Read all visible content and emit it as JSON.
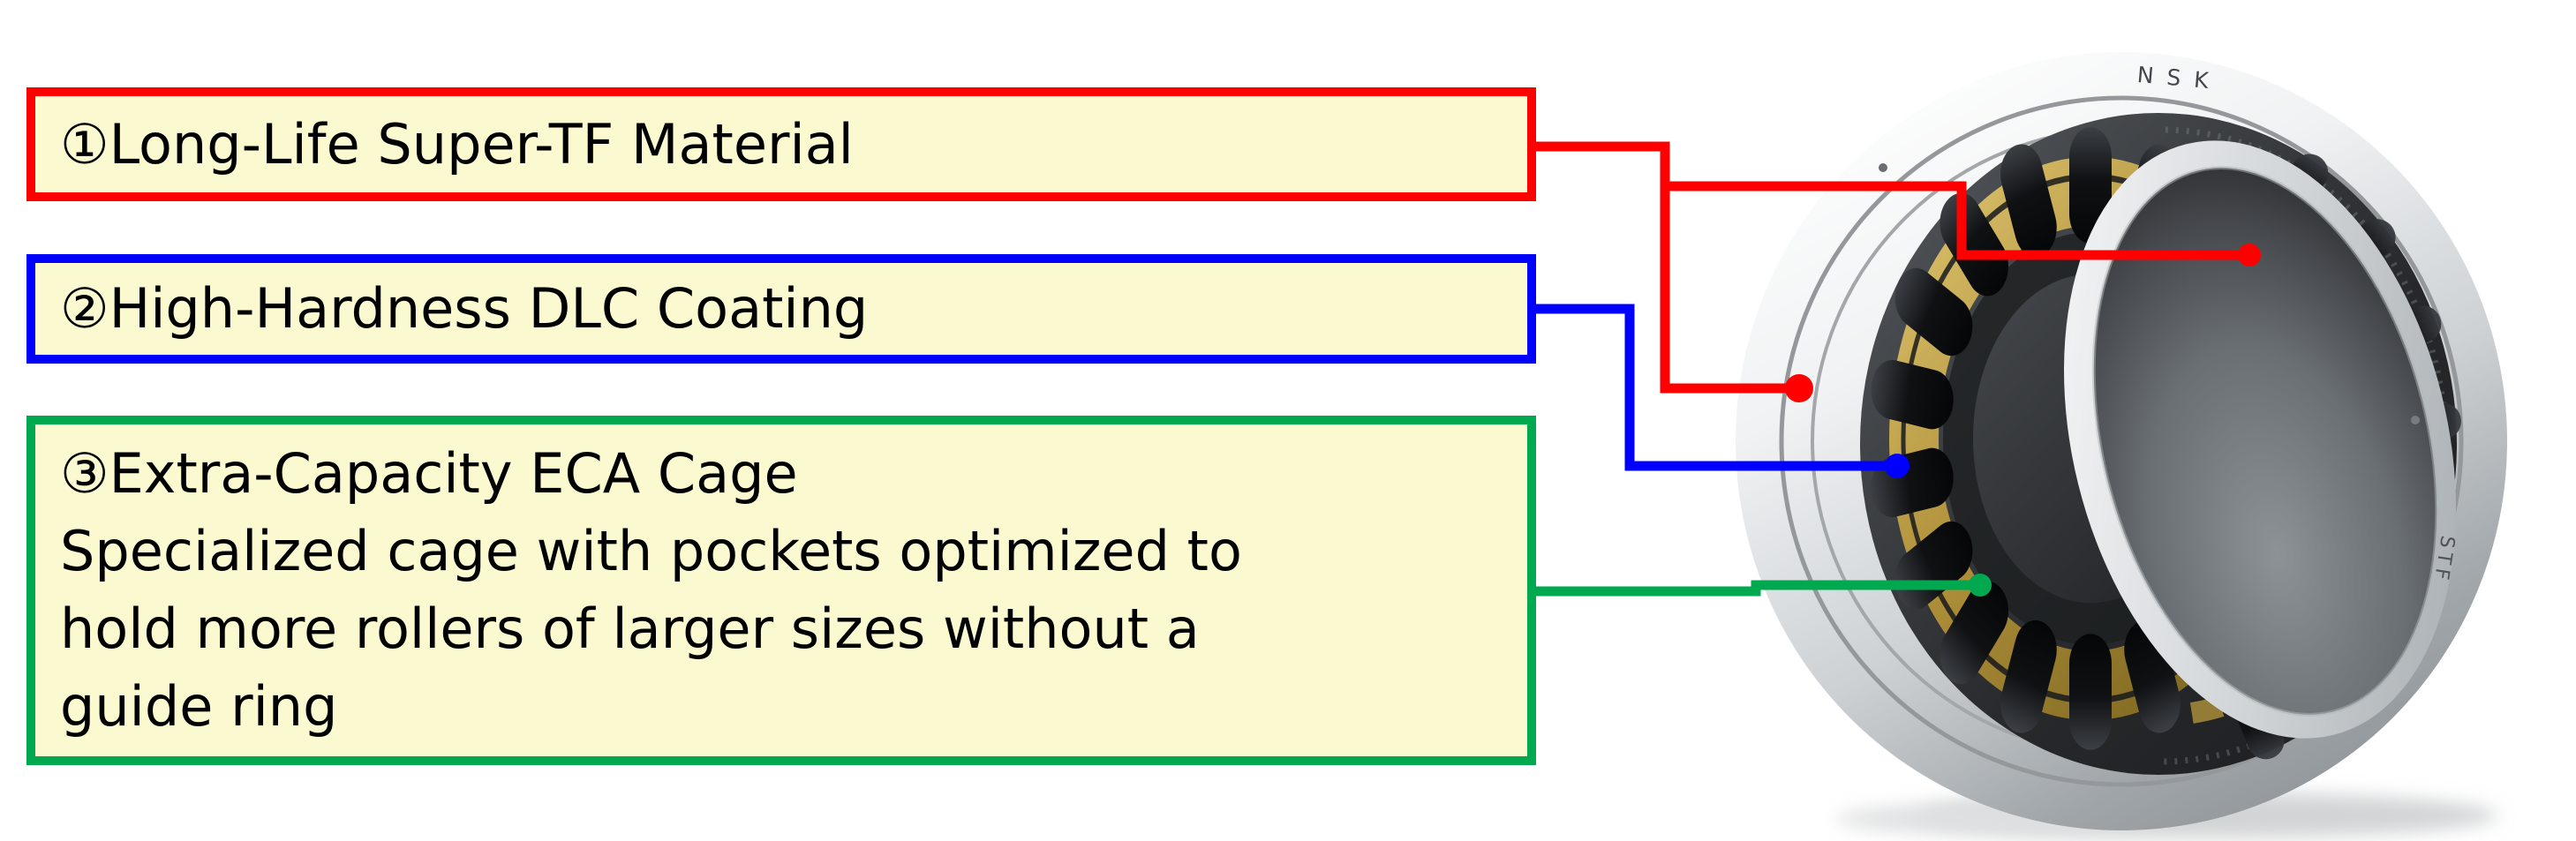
{
  "page": {
    "background_color": "#FFFFFF"
  },
  "callouts": [
    {
      "id": "1",
      "text": "①Long-Life Super-TF Material",
      "border_color": "#FF0000",
      "fill_color": "#FBF9CF",
      "connector_color": "#FF0000",
      "connector_dot_count": 2
    },
    {
      "id": "2",
      "text": "②High-Hardness DLC Coating",
      "border_color": "#0000FF",
      "fill_color": "#FBF9CF",
      "connector_color": "#0000FF",
      "connector_dot_count": 1
    },
    {
      "id": "3",
      "title": "③Extra-Capacity ECA Cage",
      "description_lines": [
        "Specialized cage with pockets optimized to",
        "hold more rollers of larger sizes without a",
        "guide ring"
      ],
      "border_color": "#00A850",
      "fill_color": "#FBF9CF",
      "connector_color": "#00A850",
      "connector_dot_count": 1
    }
  ],
  "bearing": {
    "brand_marking": "NSK",
    "side_marking": "STF",
    "ring_color": "#D6D9DC",
    "cage_color": "#B0903A",
    "roller_color": "#1A1C1E"
  }
}
